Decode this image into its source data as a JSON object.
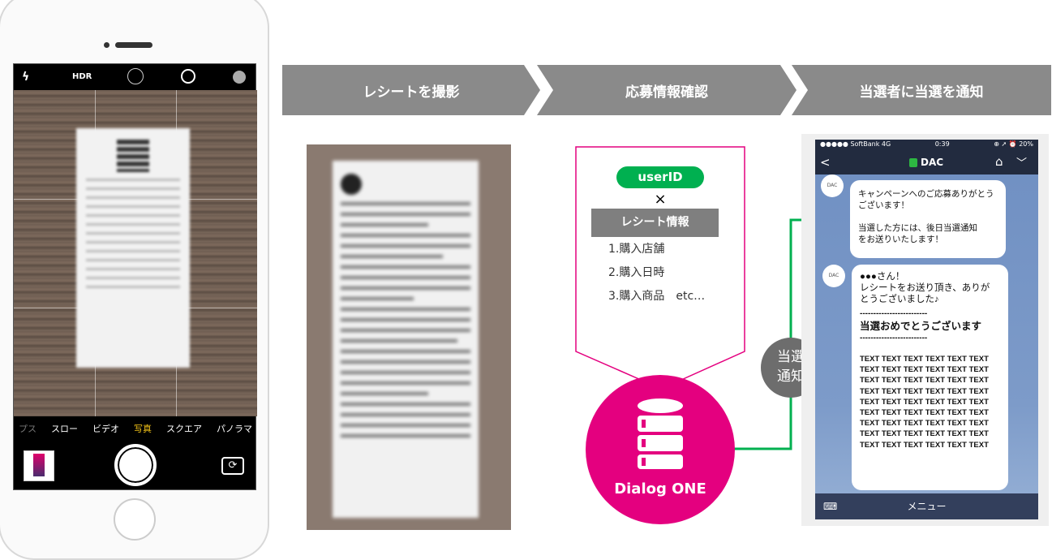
{
  "steps": [
    {
      "label": "レシートを撮影"
    },
    {
      "label": "応募情報確認"
    },
    {
      "label": "当選者に当選を通知"
    }
  ],
  "camera": {
    "topbar": {
      "flash_icon": "flash-off-icon",
      "hdr": "HDR",
      "live_icon": "live-photo-off-icon",
      "timer_icon": "timer-icon",
      "filter_icon": "filters-icon"
    },
    "modes": [
      "プス",
      "スロー",
      "ビデオ",
      "写真",
      "スクエア",
      "パノラマ"
    ],
    "selected_mode": "写真",
    "selected_color": "#f5c518"
  },
  "database": {
    "user_id": "userID",
    "times": "×",
    "receipt_info": "レシート情報",
    "items": [
      "1.購入店舗",
      "2.購入日時",
      "3.購入商品　etc…"
    ],
    "logo": "Dialog ONE",
    "brand_color": "#e4007f",
    "accent_color": "#00b050"
  },
  "notify_badge": {
    "line1": "当選",
    "line2": "通知"
  },
  "line_app": {
    "status": {
      "carrier": "●●●●● SoftBank  4G",
      "time": "0:39",
      "battery": "⊕ ➚ ⏰ 20%"
    },
    "header": {
      "back": "<",
      "title": "DAC",
      "home_icon": "home-icon",
      "chevron": "﹀"
    },
    "avatar_label": "DAC",
    "message1": [
      "キャンペーンへのご応募ありがとう",
      "ございます！",
      "",
      "当選した方には、後日当選通知",
      "をお送りいたします！"
    ],
    "message2": {
      "greeting": "●●●さん！",
      "thanks": [
        "レシートをお送り頂き、ありが",
        "とうございました♪"
      ],
      "divider": "-------------------------",
      "headline": "当選おめでとうございます",
      "body": [
        "TEXT TEXT TEXT TEXT TEXT TEXT",
        "TEXT TEXT TEXT TEXT TEXT TEXT",
        "TEXT TEXT TEXT TEXT TEXT TEXT",
        "TEXT TEXT TEXT TEXT TEXT TEXT",
        "TEXT TEXT TEXT TEXT TEXT TEXT",
        "TEXT TEXT TEXT TEXT TEXT TEXT",
        "TEXT TEXT TEXT TEXT TEXT TEXT",
        "TEXT TEXT TEXT TEXT TEXT TEXT",
        "TEXT TEXT TEXT TEXT TEXT TEXT"
      ]
    },
    "menu": "メニュー"
  }
}
